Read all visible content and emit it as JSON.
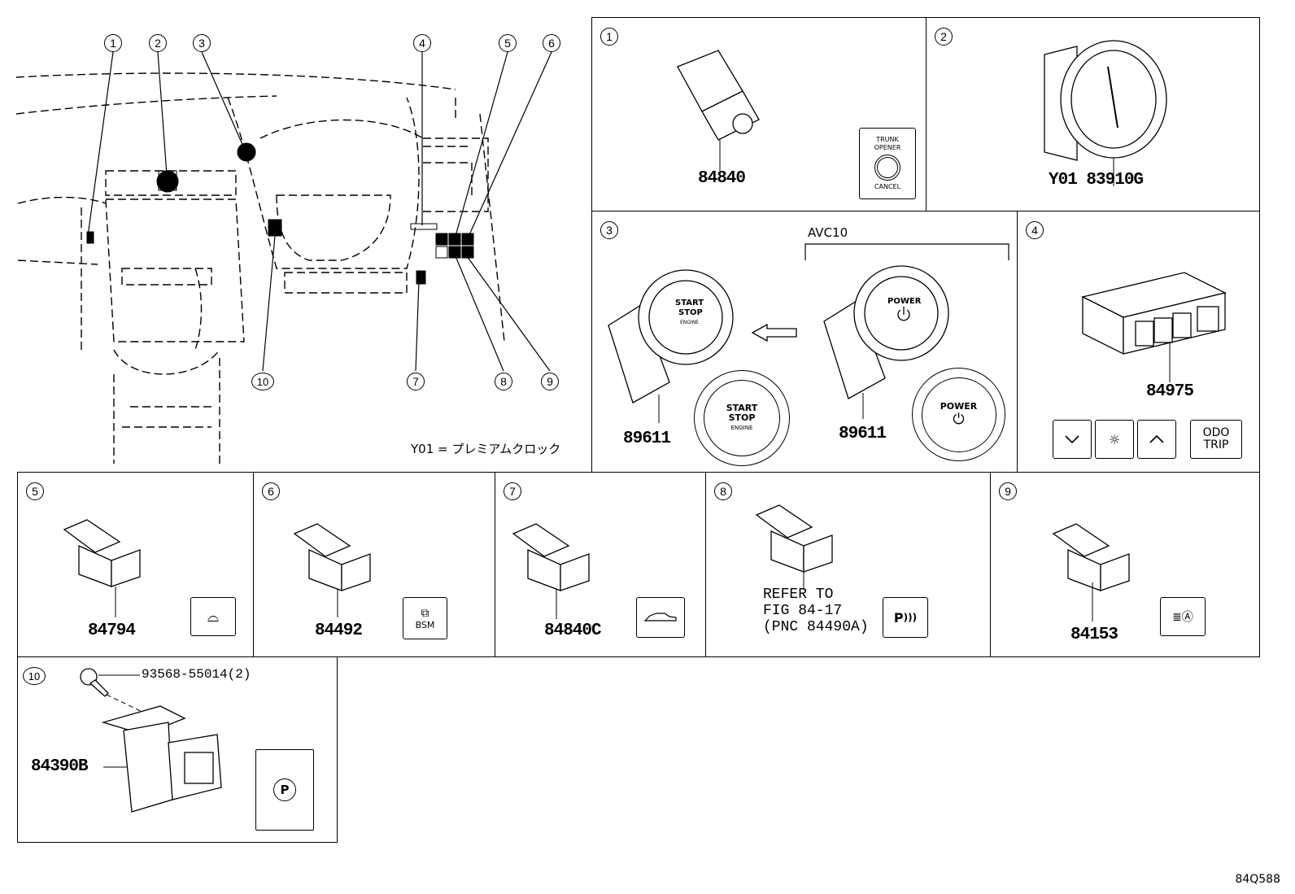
{
  "overview": {
    "callouts": [
      "1",
      "2",
      "3",
      "4",
      "5",
      "6",
      "7",
      "8",
      "9",
      "10"
    ],
    "note": "Y01 = プレミアムクロック"
  },
  "panels": [
    {
      "no": "1",
      "part": "84840",
      "icon_lines": [
        "TRUNK",
        "OPENER",
        "CANCEL"
      ]
    },
    {
      "no": "2",
      "part": "Y01 83910G"
    },
    {
      "no": "3",
      "variant": "AVC10",
      "part_a": "89611",
      "part_b": "89611",
      "btn_a": [
        "START",
        "STOP",
        "ENGINE"
      ],
      "btn_b": [
        "POWER"
      ]
    },
    {
      "no": "4",
      "part": "84975",
      "icon_text": [
        "ODO",
        "TRIP"
      ]
    },
    {
      "no": "5",
      "part": "84794"
    },
    {
      "no": "6",
      "part": "84492",
      "icon_text": "BSM"
    },
    {
      "no": "7",
      "part": "84840C"
    },
    {
      "no": "8",
      "ref_lines": [
        "REFER TO",
        "FIG 84-17",
        "(PNC 84490A)"
      ],
      "icon_text": "P"
    },
    {
      "no": "9",
      "part": "84153"
    },
    {
      "no": "10",
      "part": "84390B",
      "bolt": "93568-55014(2)",
      "icon_text": "P"
    }
  ],
  "figure_code": "84Q588"
}
